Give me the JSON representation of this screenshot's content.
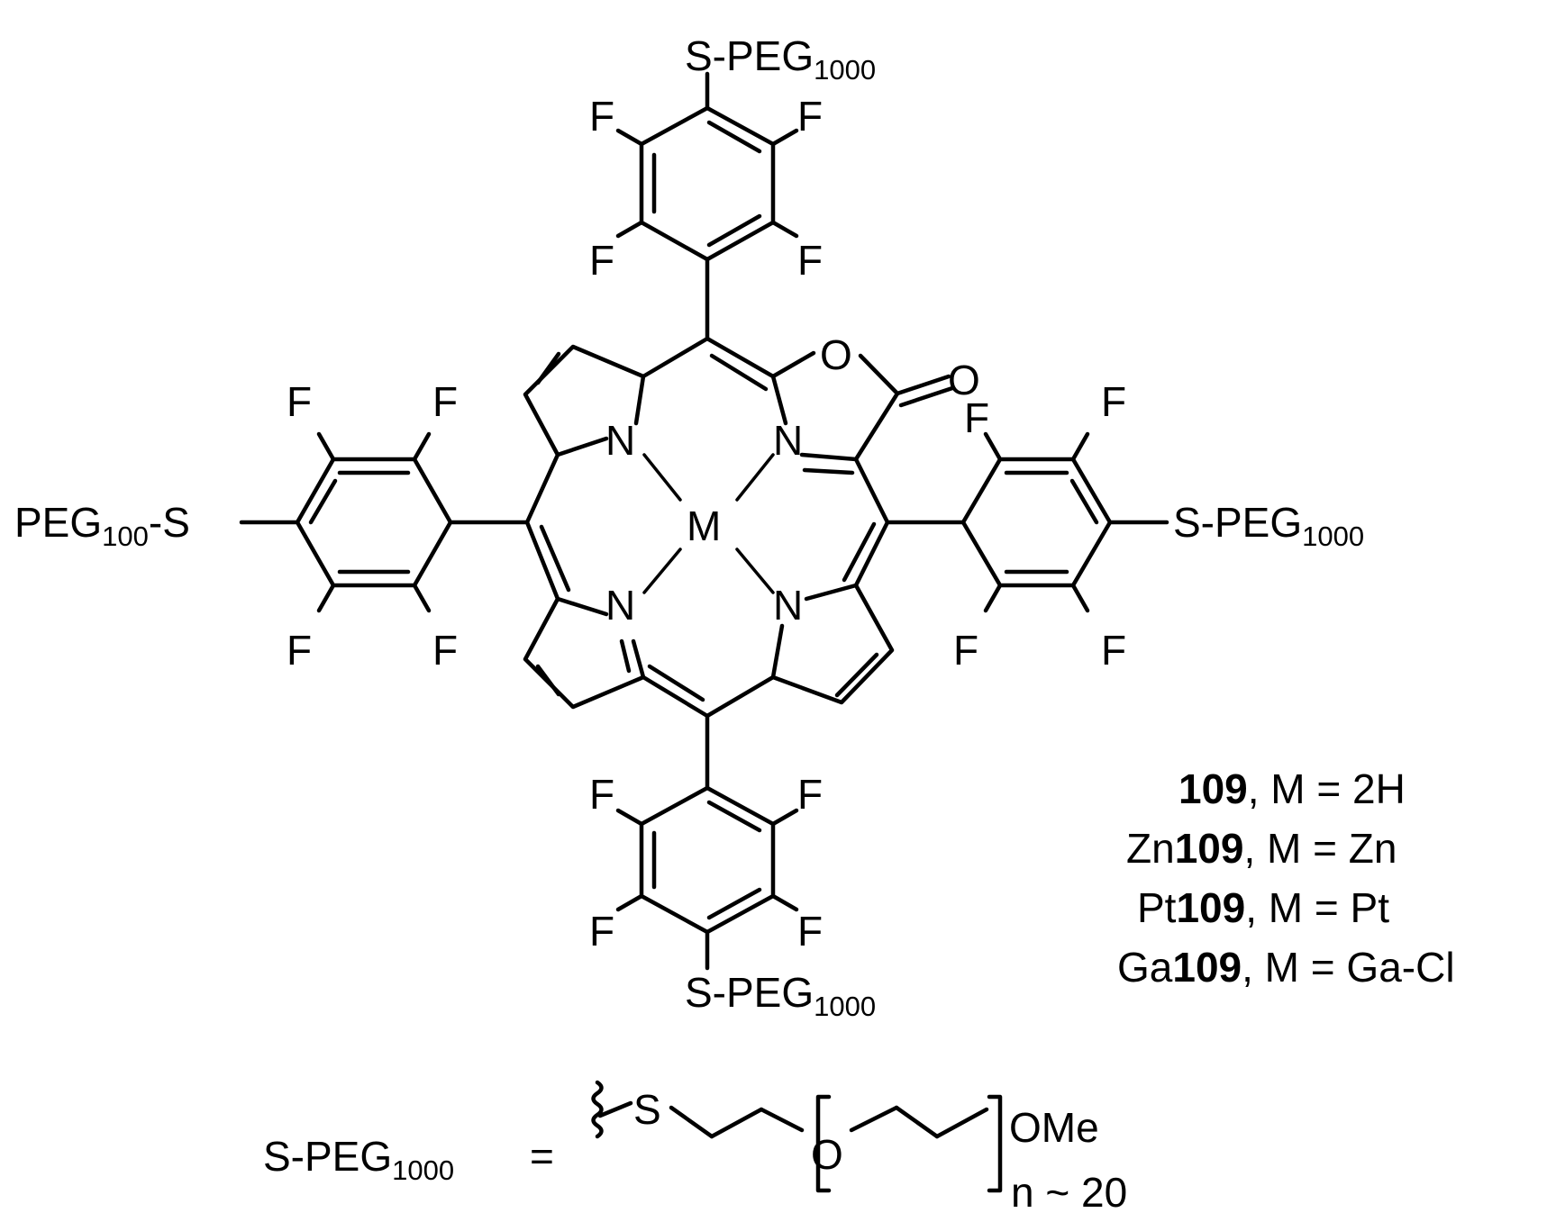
{
  "substituents": {
    "top": "S-PEG",
    "top_sub": "1000",
    "right": "S-PEG",
    "right_sub": "1000",
    "bottom": "S-PEG",
    "bottom_sub": "1000",
    "left_pre": "PEG",
    "left_sub": "100",
    "left_post": "-S"
  },
  "atoms": {
    "F": "F",
    "N": "N",
    "O": "O",
    "M": "M",
    "S": "S"
  },
  "compounds": [
    {
      "prefix": "",
      "id": "109",
      "suffix": ", M = 2H"
    },
    {
      "prefix": "Zn",
      "id": "109",
      "suffix": ", M = Zn"
    },
    {
      "prefix": "Pt",
      "id": "109",
      "suffix": ", M = Pt"
    },
    {
      "prefix": "Ga",
      "id": "109",
      "suffix": ", M = Ga-Cl"
    }
  ],
  "definition": {
    "lhs": "S-PEG",
    "lhs_sub": "1000",
    "equals": "=",
    "end_group": "OMe",
    "repeat": "n ~ 20"
  }
}
